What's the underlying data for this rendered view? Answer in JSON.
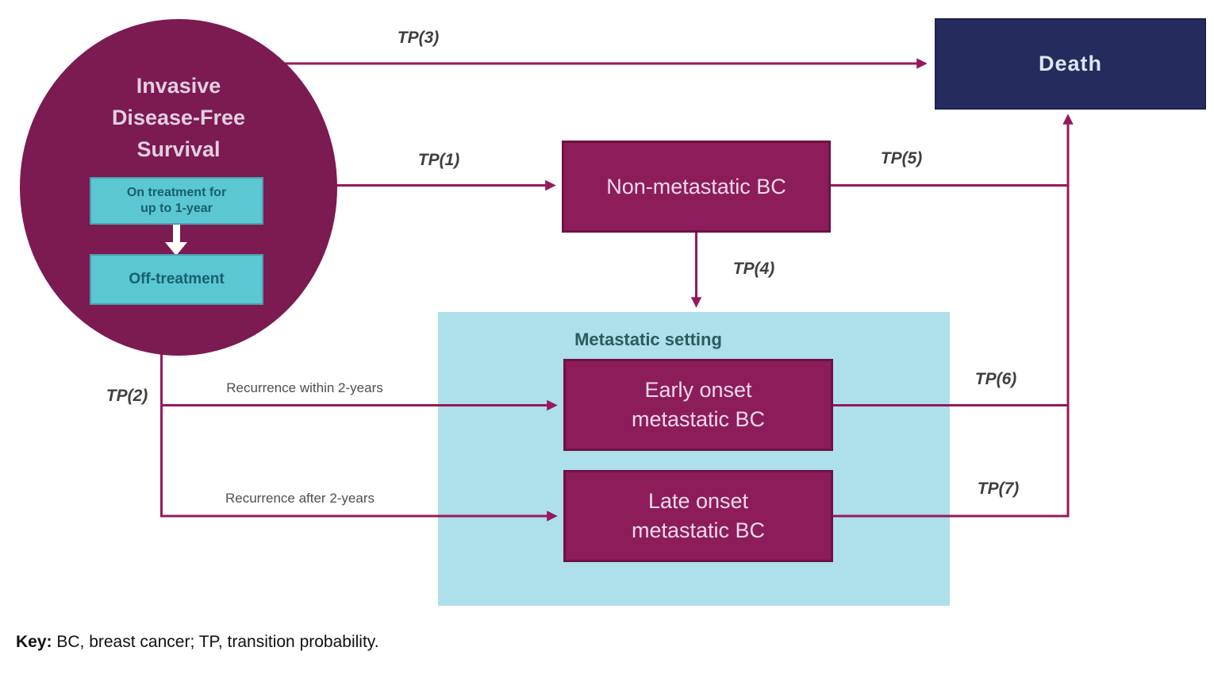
{
  "diagram": {
    "states": {
      "idfs_title": "Invasive\nDisease-Free\nSurvival",
      "on_treatment": "On treatment for\nup to 1-year",
      "off_treatment": "Off-treatment",
      "death": "Death",
      "non_metastatic": "Non-metastatic BC",
      "metastatic_setting_title": "Metastatic setting",
      "early_onset": "Early onset\nmetastatic BC",
      "late_onset": "Late onset\nmetastatic BC"
    },
    "transition_labels": {
      "tp1": "TP(1)",
      "tp2": "TP(2)",
      "tp3": "TP(3)",
      "tp4": "TP(4)",
      "tp5": "TP(5)",
      "tp6": "TP(6)",
      "tp7": "TP(7)"
    },
    "edge_annotations": {
      "recurrence_within": "Recurrence within 2-years",
      "recurrence_after": "Recurrence after 2-years"
    },
    "key": {
      "label": "Key:",
      "text": " BC, breast cancer; TP, transition probability."
    },
    "colors": {
      "state_magenta": "#8d1c5b",
      "circle_magenta": "#7c1a52",
      "death_navy": "#242c5e",
      "sub_box_cyan": "#5ac7d2",
      "metastatic_bg_cyan": "#ade0ea",
      "arrow_magenta": "#96195c"
    }
  }
}
